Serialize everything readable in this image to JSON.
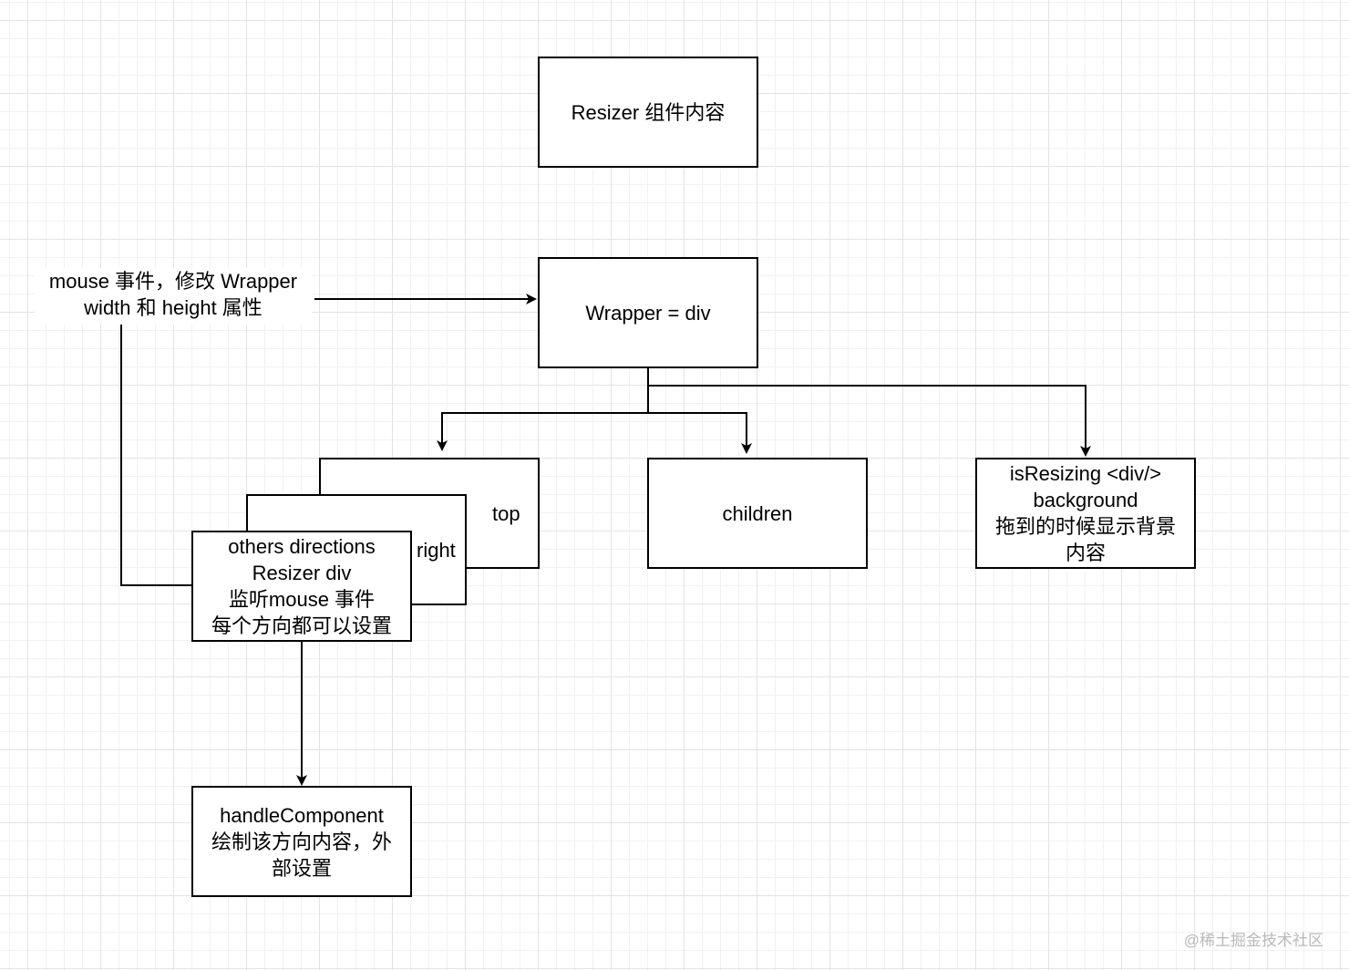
{
  "nodes": {
    "resizer_content": "Resizer 组件内容",
    "wrapper": "Wrapper = div",
    "top_label": "top",
    "right_label": "right",
    "others": [
      "others directions",
      "Resizer div",
      "监听mouse 事件",
      "每个方向都可以设置"
    ],
    "children": "children",
    "is_resizing": [
      "isResizing <div/>",
      "background",
      "拖到的时候显示背景",
      "内容"
    ],
    "handle_component": [
      "handleComponent",
      "绘制该方向内容，外",
      "部设置"
    ]
  },
  "notes": {
    "mouse_event": [
      "mouse 事件，修改 Wrapper",
      "width 和 height 属性"
    ]
  },
  "edges": [
    {
      "from": "mouse_event",
      "to": "wrapper"
    },
    {
      "from": "others",
      "to": "mouse_event",
      "arrow": false
    },
    {
      "from": "wrapper",
      "to": "top_label"
    },
    {
      "from": "wrapper",
      "to": "children"
    },
    {
      "from": "wrapper",
      "to": "is_resizing"
    },
    {
      "from": "others",
      "to": "handle_component"
    }
  ],
  "watermark": "@稀土掘金技术社区"
}
